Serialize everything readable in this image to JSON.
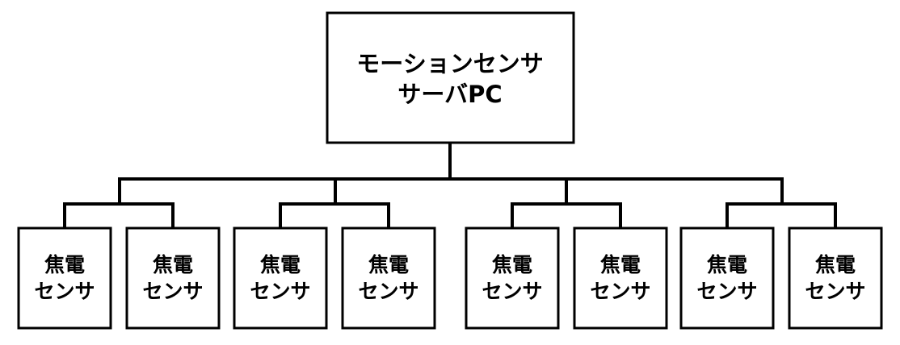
{
  "diagram": {
    "root": {
      "lines": [
        "モーションセンサ",
        "サーバPC"
      ]
    },
    "leaves": [
      {
        "lines": [
          "焦電",
          "センサ"
        ]
      },
      {
        "lines": [
          "焦電",
          "センサ"
        ]
      },
      {
        "lines": [
          "焦電",
          "センサ"
        ]
      },
      {
        "lines": [
          "焦電",
          "センサ"
        ]
      },
      {
        "lines": [
          "焦電",
          "センサ"
        ]
      },
      {
        "lines": [
          "焦電",
          "センサ"
        ]
      },
      {
        "lines": [
          "焦電",
          "センサ"
        ]
      },
      {
        "lines": [
          "焦電",
          "センサ"
        ]
      }
    ],
    "colors": {
      "stroke": "#000000",
      "fill": "#ffffff",
      "text": "#000000"
    }
  }
}
